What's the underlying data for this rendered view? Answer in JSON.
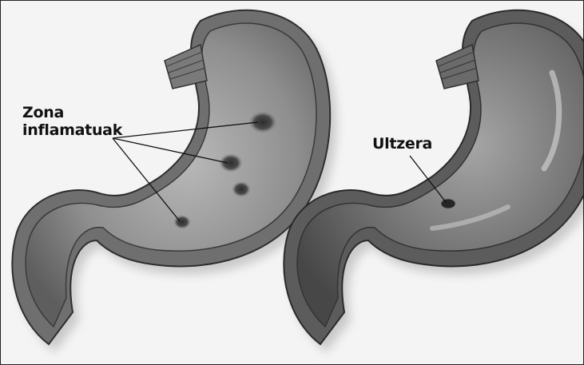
{
  "labels": {
    "inflamed_line1": "Zona",
    "inflamed_line2": "inflamatuak",
    "ulcer": "Ultzera"
  },
  "colors": {
    "background": "#f4f4f4",
    "stomach_wall": "#6f6f6f",
    "stomach_inner": "#9a9a9a",
    "lesion": "#3c3c3c"
  }
}
